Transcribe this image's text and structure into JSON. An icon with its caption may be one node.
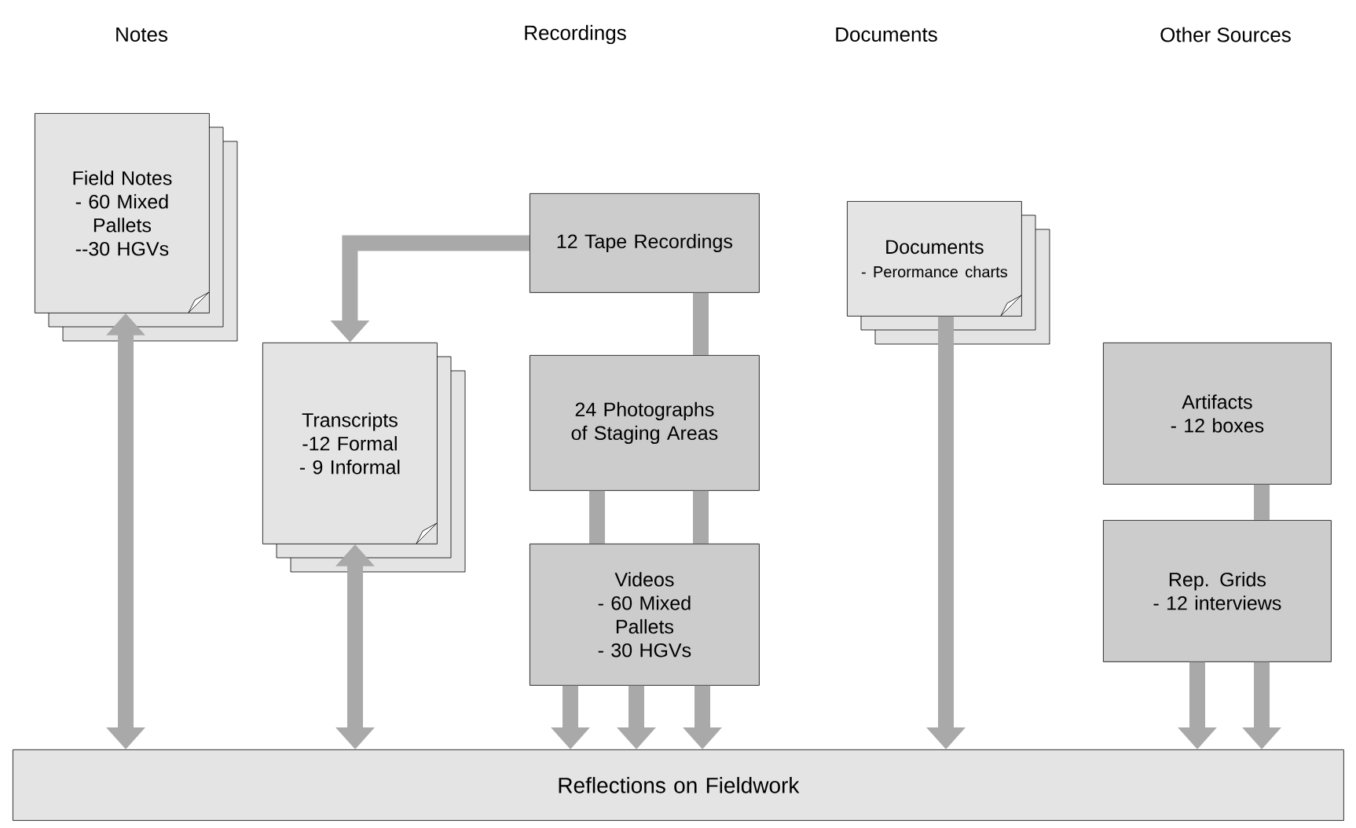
{
  "diagram": {
    "nodes": [
      {
        "text": [
          "Field Notes",
          "- 60 Mixed Pallets",
          "--30 HGVs"
        ]
      },
      {
        "text": [
          "12 Tape Recordings"
        ]
      },
      {
        "text": [
          "Documents",
          "- Perormance charts"
        ]
      },
      {
        "text": [
          "Transcripts",
          "-12 Formal",
          "-  9 Informal"
        ]
      },
      {
        "text": [
          "24 Photographs of Staging Areas"
        ]
      },
      {
        "text": [
          "Artifacts",
          "- 12 boxes"
        ]
      },
      {
        "text": [
          "Videos",
          "- 60 Mixed Pallets",
          "- 30 HGVs"
        ]
      },
      {
        "text": [
          "Rep. Grids",
          "- 12 interviews"
        ]
      },
      {
        "text": [
          "Reflections on Fieldwork"
        ]
      }
    ],
    "edges": [
      {
        "from": 0,
        "to": 8,
        "arrow": "both"
      },
      {
        "from": 1,
        "to": 3,
        "arrow": "to"
      },
      {
        "from": 3,
        "to": 8,
        "arrow": "both"
      },
      {
        "from": 1,
        "to": 4,
        "arrow": "none"
      },
      {
        "from": 4,
        "to": 6,
        "arrow": "none"
      },
      {
        "from": 4,
        "to": 6,
        "arrow": "none"
      },
      {
        "from": 6,
        "to": 8,
        "arrow": "to"
      },
      {
        "from": 6,
        "to": 8,
        "arrow": "to"
      },
      {
        "from": 6,
        "to": 8,
        "arrow": "to"
      },
      {
        "from": 2,
        "to": 8,
        "arrow": "to"
      },
      {
        "from": 5,
        "to": 7,
        "arrow": "none"
      },
      {
        "from": 7,
        "to": 8,
        "arrow": "to"
      },
      {
        "from": 7,
        "to": 8,
        "arrow": "to"
      }
    ],
    "labels": [
      "Notes",
      "Recordings",
      "Documents",
      "Other Sources"
    ]
  }
}
